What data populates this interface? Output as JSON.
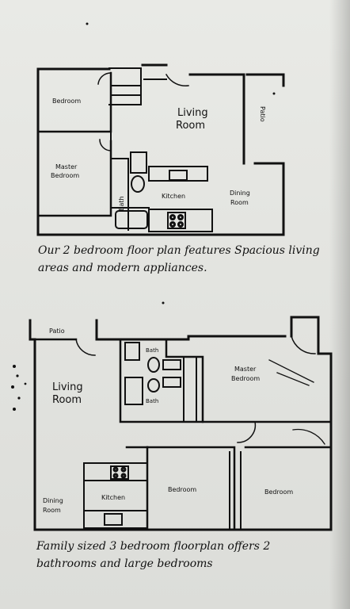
{
  "plan1": {
    "rooms": {
      "bedroom": "Bedroom",
      "living_1": "Living",
      "living_2": "Room",
      "patio": "Patio",
      "master_1": "Master",
      "master_2": "Bedroom",
      "bath": "Bath",
      "kitchen": "Kitchen",
      "dining_1": "Dining",
      "dining_2": "Room"
    },
    "caption_line1": "Our 2 bedroom floor plan features Spacious living",
    "caption_line2": "areas and modern appliances."
  },
  "plan2": {
    "rooms": {
      "patio": "Patio",
      "living_1": "Living",
      "living_2": "Room",
      "bath_top": "Bath",
      "bath_bottom": "Bath",
      "master_1": "Master",
      "master_2": "Bedroom",
      "dining_1": "Dining",
      "dining_2": "Room",
      "kitchen": "Kitchen",
      "bedroom_middle": "Bedroom",
      "bedroom_right": "Bedroom"
    },
    "caption_line1": "Family sized 3 bedroom floorplan offers 2",
    "caption_line2": "bathrooms and large bedrooms"
  }
}
